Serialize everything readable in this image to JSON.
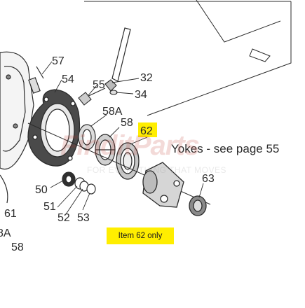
{
  "callouts": {
    "c57": "57",
    "c54": "54",
    "c55": "55",
    "c32": "32",
    "c34": "34",
    "c58A_top": "58A",
    "c58_top": "58",
    "c62": "62",
    "c63": "63",
    "c50": "50",
    "c51": "51",
    "c52": "52",
    "c53": "53",
    "c61": "61",
    "c8A": "8A",
    "c58_bottom": "58"
  },
  "yokes_label": "Yokes - see page 55",
  "note_label": "Item 62 only",
  "watermark": {
    "brand": "FinditParts",
    "tagline": "FOR EVERYTHING THAT MOVES"
  },
  "colors": {
    "highlight": "#ffee00",
    "line": "#2b2b2b",
    "watermark": "#c0392b"
  }
}
